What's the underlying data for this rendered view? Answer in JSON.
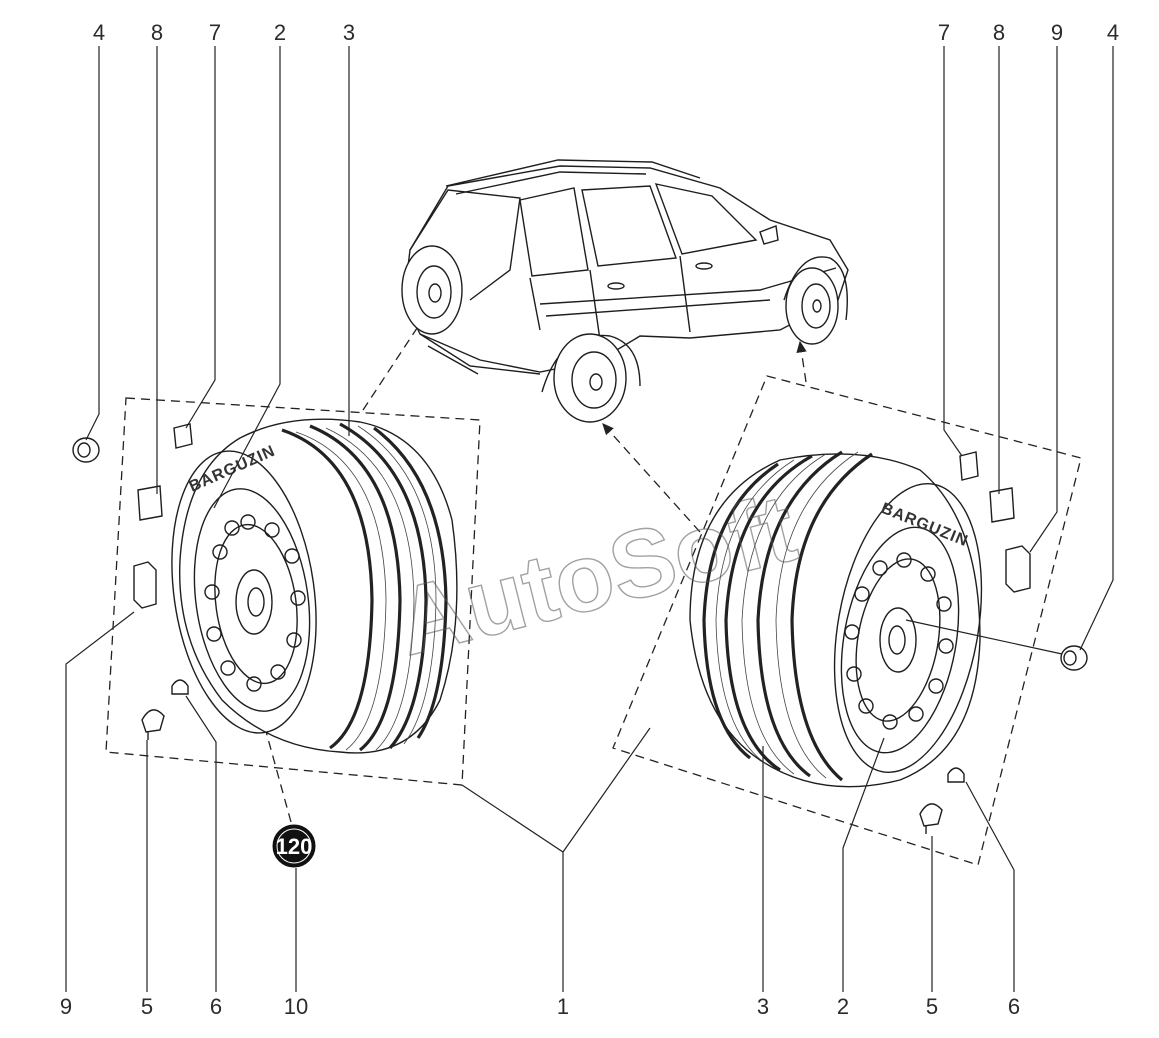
{
  "callouts": {
    "top_left": [
      "4",
      "8",
      "7",
      "2",
      "3"
    ],
    "top_right": [
      "7",
      "8",
      "9",
      "4"
    ],
    "bottom_left": [
      "9",
      "5",
      "6",
      "10"
    ],
    "bottom_center": "1",
    "bottom_right": [
      "3",
      "2",
      "5",
      "6"
    ]
  },
  "badge": {
    "value": "120"
  },
  "tire_marking": {
    "left": "BARGUZIN",
    "right": "BARGUZIN"
  },
  "watermark": {
    "text": "AutoSoft"
  }
}
